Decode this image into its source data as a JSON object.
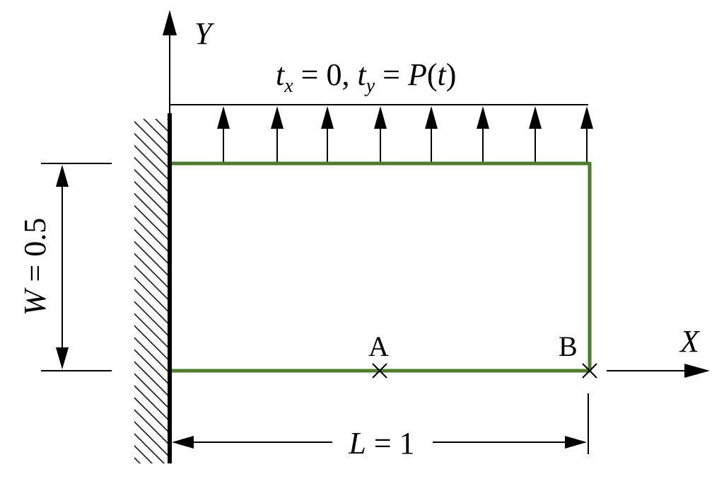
{
  "axes": {
    "x_label": "X",
    "y_label": "Y"
  },
  "traction": {
    "tx_symbol": "t",
    "tx_sub": "x",
    "tx_eq": " = 0, ",
    "ty_symbol": "t",
    "ty_sub": "y",
    "ty_eq": " = ",
    "load_fn": "P",
    "load_paren_open": "(",
    "load_arg": "t",
    "load_paren_close": ")"
  },
  "dimensions": {
    "width_symbol": "W",
    "width_value": " = 0.5",
    "length_symbol": "L",
    "length_value": " = 1"
  },
  "points": {
    "a_label": "A",
    "b_label": "B"
  },
  "colors": {
    "beam_outline": "#4a7d29",
    "line": "#000000"
  }
}
